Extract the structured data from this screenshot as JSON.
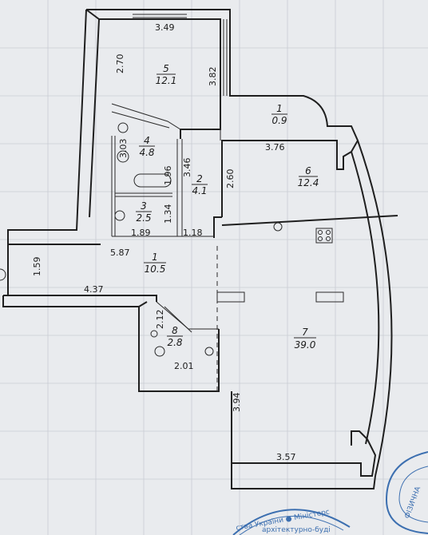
{
  "plan": {
    "dimensions": {
      "d1": "3.49",
      "d2": "2.70",
      "d3": "3.82",
      "d4": "3.03",
      "d5": "1.96",
      "d6": "3.46",
      "d7": "2.60",
      "d8": "3.76",
      "d9": "1.34",
      "d10": "1.89",
      "d11": "1.18",
      "d12": "5.87",
      "d13": "1.59",
      "d14": "4.37",
      "d15": "2.12",
      "d16": "2.01",
      "d17": "3.94",
      "d18": "3.57"
    },
    "rooms": [
      {
        "num": "1",
        "area": "0.9"
      },
      {
        "num": "2",
        "area": "4.1"
      },
      {
        "num": "3",
        "area": "2.5"
      },
      {
        "num": "4",
        "area": "4.8"
      },
      {
        "num": "5",
        "area": "12.1"
      },
      {
        "num": "6",
        "area": "12.4"
      },
      {
        "num": "1",
        "area": "10.5"
      },
      {
        "num": "7",
        "area": "39.0"
      },
      {
        "num": "8",
        "area": "2.8"
      }
    ],
    "stamp_left": "ства України ● Міністерс",
    "stamp_left2": "архітектурно-буді",
    "stamp_right": "ФІЗИЧНА"
  },
  "colors": {
    "paper": "#e9ebee",
    "ink": "#1f1f1f",
    "stamp": "#3c6fb0"
  }
}
